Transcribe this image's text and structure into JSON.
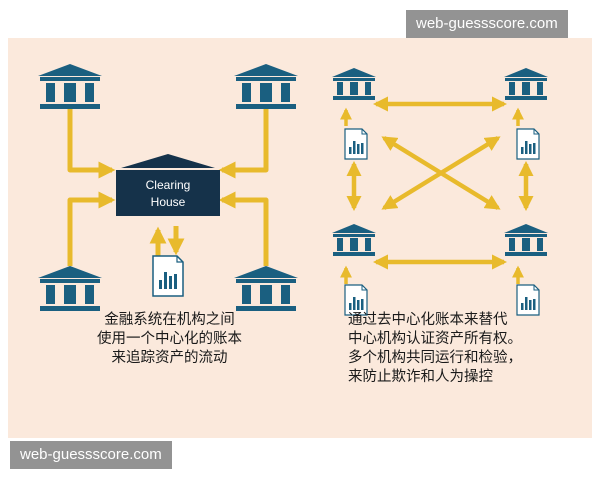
{
  "watermark": {
    "text": "web-guessscore.com"
  },
  "centralized": {
    "hub_label": [
      "Clearing",
      "House"
    ],
    "caption": [
      "金融系统在机构之间",
      "使用一个中心化的账本",
      "来追踪资产的流动"
    ]
  },
  "decentralized": {
    "caption": [
      "通过去中心化账本来替代",
      "中心机构认证资产所有权。",
      "多个机构共同运行和检验，",
      "来防止欺诈和人为操控"
    ]
  },
  "colors": {
    "background": "#fbe9dc",
    "bank": "#1a5f80",
    "hub": "#15324a",
    "arrow": "#e8ba2c",
    "document_bars": "#1a5f80"
  },
  "icons": [
    "bank-icon",
    "clearing-house-icon",
    "ledger-document-icon",
    "arrow-icon"
  ]
}
